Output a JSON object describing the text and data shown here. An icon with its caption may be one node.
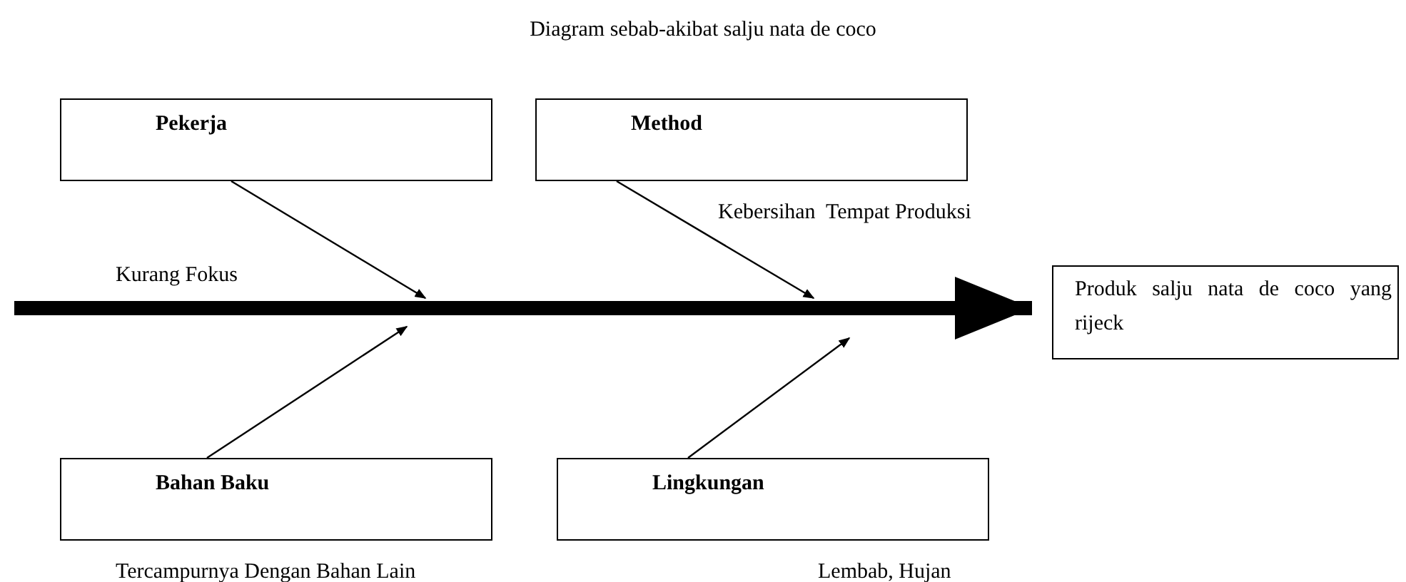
{
  "diagram": {
    "title": "Diagram sebab-akibat salju nata de coco",
    "nodes": [
      {
        "text": [
          "Pekerja"
        ],
        "beside": [
          "Kurang Fokus"
        ]
      },
      {
        "text": [
          "Method"
        ],
        "beside": [
          "Kebersihan  Tempat Produksi"
        ]
      },
      {
        "text": [
          "Produk salju nata de coco yang rijeck"
        ]
      },
      {
        "text": [
          "Bahan Baku"
        ],
        "beside": [
          "Tercampurnya Dengan Bahan Lain"
        ]
      },
      {
        "text": [
          "Lingkungan"
        ],
        "beside": [
          "Lembab, Hujan"
        ]
      }
    ],
    "edges": [
      {
        "from": null,
        "to": 2,
        "arrow": "to",
        "style": "thick"
      },
      {
        "from": 0,
        "to": null,
        "arrow": "to"
      },
      {
        "from": 1,
        "to": null,
        "arrow": "to"
      },
      {
        "from": 3,
        "to": null,
        "arrow": "to"
      },
      {
        "from": 4,
        "to": null,
        "arrow": "to"
      }
    ]
  }
}
